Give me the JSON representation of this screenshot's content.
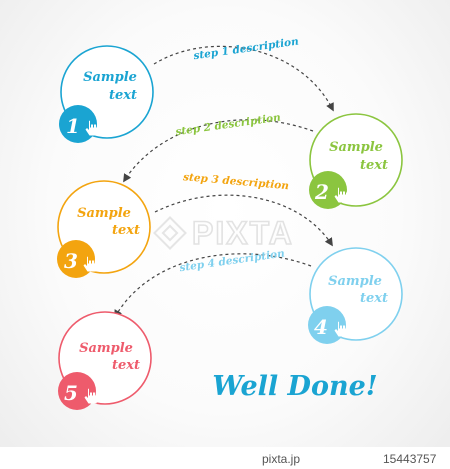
{
  "colors": {
    "blue": "#1aa4d2",
    "green": "#8bc53f",
    "orange": "#f3a40f",
    "light_blue": "#7fd0ee",
    "red": "#ee5b6c",
    "well_done": "#1aa4d2",
    "arrow": "#444444",
    "watermark": "#e3e3e3"
  },
  "steps": [
    {
      "number": "1",
      "line1": "Sample",
      "line2": "text",
      "color_key": "blue"
    },
    {
      "number": "2",
      "line1": "Sample",
      "line2": "text",
      "color_key": "green"
    },
    {
      "number": "3",
      "line1": "Sample",
      "line2": "text",
      "color_key": "orange"
    },
    {
      "number": "4",
      "line1": "Sample",
      "line2": "text",
      "color_key": "light_blue"
    },
    {
      "number": "5",
      "line1": "Sample",
      "line2": "text",
      "color_key": "red"
    }
  ],
  "descriptions": [
    {
      "text": "step 1 description"
    },
    {
      "text": "step 2 description"
    },
    {
      "text": "step 3 description"
    },
    {
      "text": "step 4 description"
    }
  ],
  "well_done": "Well Done!",
  "watermark": "PIXTA",
  "footer": {
    "credit": "pixta.jp",
    "image_id": "15443757"
  }
}
